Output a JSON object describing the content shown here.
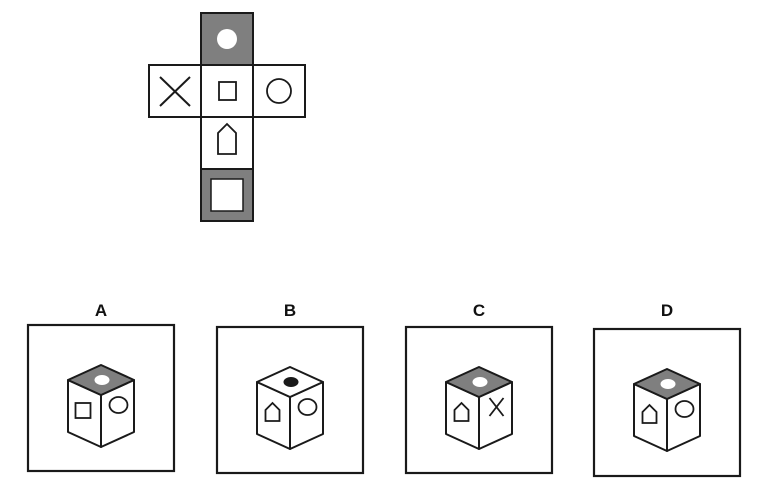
{
  "colors": {
    "line": "#1a1a1a",
    "shaded": "#7f7f7f",
    "background": "#ffffff",
    "dot_light": "#ffffff",
    "dot_dark": "#1a1a1a"
  },
  "net": {
    "faces": [
      {
        "id": "top",
        "symbol": "white-dot",
        "shaded": true
      },
      {
        "id": "left",
        "symbol": "x-mark",
        "shaded": false
      },
      {
        "id": "center",
        "symbol": "small-square",
        "shaded": false
      },
      {
        "id": "right",
        "symbol": "circle",
        "shaded": false
      },
      {
        "id": "below-center",
        "symbol": "house",
        "shaded": false
      },
      {
        "id": "bottom",
        "symbol": "white-square",
        "shaded": true
      }
    ]
  },
  "options": [
    {
      "label": "A",
      "top_shaded": true,
      "dot": "white",
      "left_symbol": "small-square",
      "right_symbol": "circle"
    },
    {
      "label": "B",
      "top_shaded": false,
      "dot": "black",
      "left_symbol": "house",
      "right_symbol": "circle"
    },
    {
      "label": "C",
      "top_shaded": true,
      "dot": "white",
      "left_symbol": "house",
      "right_symbol": "x-mark"
    },
    {
      "label": "D",
      "top_shaded": true,
      "dot": "white",
      "left_symbol": "house",
      "right_symbol": "circle"
    }
  ]
}
